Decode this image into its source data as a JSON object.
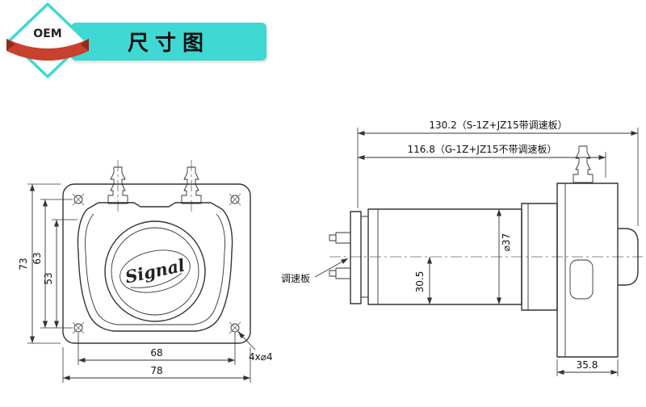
{
  "header": {
    "badge_text": "OEM",
    "title": "尺寸图"
  },
  "front": {
    "logo": "Signal",
    "dim_plate_height": "73",
    "dim_hole_spacing_v": "63",
    "dim_body_height": "53",
    "dim_hole_spacing_h": "68",
    "dim_plate_width": "78",
    "holes_label": "4x⌀4"
  },
  "side": {
    "dim_length_with_board": "130.2（S-1Z+JZ15带调速板）",
    "dim_length_without_board": "116.8（G-1Z+JZ15不带调速板）",
    "dim_motor_diameter": "⌀37",
    "dim_axis_height": "30.5",
    "dim_head_width": "35.8",
    "speed_board_label": "调速板"
  },
  "colors": {
    "teal": "#3FD8D3",
    "ribbon_red": "#C8402E",
    "line": "#333333"
  }
}
